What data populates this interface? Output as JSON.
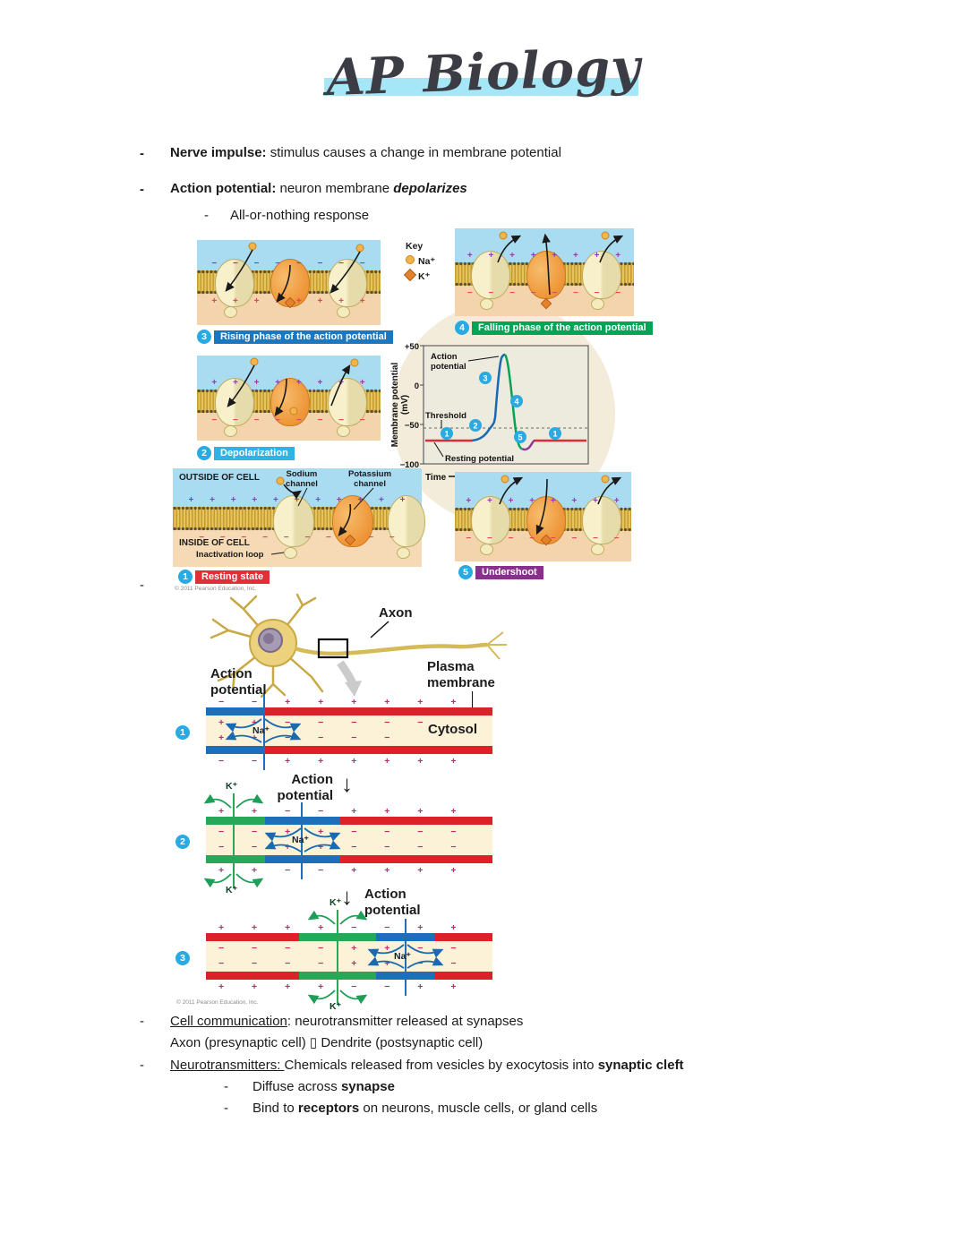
{
  "title": {
    "text": "AP Biology"
  },
  "top": {
    "b1b": "Nerve impulse:",
    "b1r": " stimulus causes a change in membrane potential",
    "b2b": "Action potential:",
    "b2m": " neuron membrane ",
    "b2i": "depolarizes",
    "sub": "All-or-nothing response"
  },
  "fig1": {
    "key": "Key",
    "na": "Na⁺",
    "k": "K⁺",
    "caps": {
      "n1": "1",
      "t1": "Resting state",
      "n2": "2",
      "t2": "Depolarization",
      "n3": "3",
      "t3": "Rising phase of the action potential",
      "n4": "4",
      "t4": "Falling phase of the action potential",
      "n5": "5",
      "t5": "Undershoot"
    },
    "outside": "OUTSIDE OF CELL",
    "inside": "INSIDE OF CELL",
    "sodium1": "Sodium",
    "sodium2": "channel",
    "potassium1": "Potassium",
    "potassium2": "channel",
    "inact": "Inactivation loop",
    "signs": {
      "p3a": "− − − − − − − −",
      "p3b": "+ + + + + + + +",
      "p4a": "+ + + + + + + +",
      "p4b": "− − − − − − − −",
      "p2a": "+ + + + + + + +",
      "p2b": "− − − − − − − −",
      "p1a": "+ + + + + + + + + + +",
      "p1b": "− − − − − − − − − −",
      "p5a": "+ + + + + + + +",
      "p5b": "− − − − − − − −"
    },
    "graph": {
      "ylabel": "Membrane potential",
      "ymv": "(mV)",
      "t1": "+50",
      "t2": "0",
      "t3": "−50",
      "t4": "−100",
      "xlabel": "Time",
      "a1": "Action",
      "a2": "potential",
      "th": "Threshold",
      "rp": "Resting potential",
      "n1": "1",
      "n2": "2",
      "n3": "3",
      "n4": "4",
      "n5": "5"
    },
    "copyright": "© 2011 Pearson Education, Inc."
  },
  "fig2": {
    "axon": "Axon",
    "action1": "Action",
    "action2": "potential",
    "plasma1": "Plasma",
    "plasma2": "membrane",
    "cytosol": "Cytosol",
    "na": "Na⁺",
    "k": "K⁺",
    "n1": "1",
    "n2": "2",
    "n3": "3",
    "signs": {
      "p1_above": "− − + + + + + +",
      "p1_intop": "+ + − − − − −",
      "p1_inbot": "+ + − − − −",
      "p1_below": "− − + + + + + +",
      "p2_above": "+ + − − + + + +",
      "p2_intop": "− − + + − − − −",
      "p2_inbot": "− − + + − − − −",
      "p2_below": "+ + − − + + + +",
      "p3_above": "+ + + + − − + +",
      "p3_intop": "− − − − + + − −",
      "p3_inbot": "− − − − + + − −",
      "p3_below": "+ + + + − − + +"
    },
    "copyright": "© 2011 Pearson Education, Inc."
  },
  "notes": {
    "b1u": "Cell communication",
    "b1rest": ": neurotransmitter released at synapses",
    "l2a": "Axon (presynaptic cell) ",
    "l2box": "▯",
    "l2b": " Dendrite (postsynaptic cell)",
    "b2u": "Neurotransmitters: ",
    "b2rest": "Chemicals released from vesicles by exocytosis into ",
    "b2bold": "synaptic cleft",
    "s1a": "Diffuse across ",
    "s1b": "synapse",
    "s2a": "Bind to ",
    "s2b": "receptors",
    "s2c": " on neurons, muscle cells, or gland cells"
  },
  "misc": {
    "dash": "-",
    "arrow_down": "↓"
  }
}
